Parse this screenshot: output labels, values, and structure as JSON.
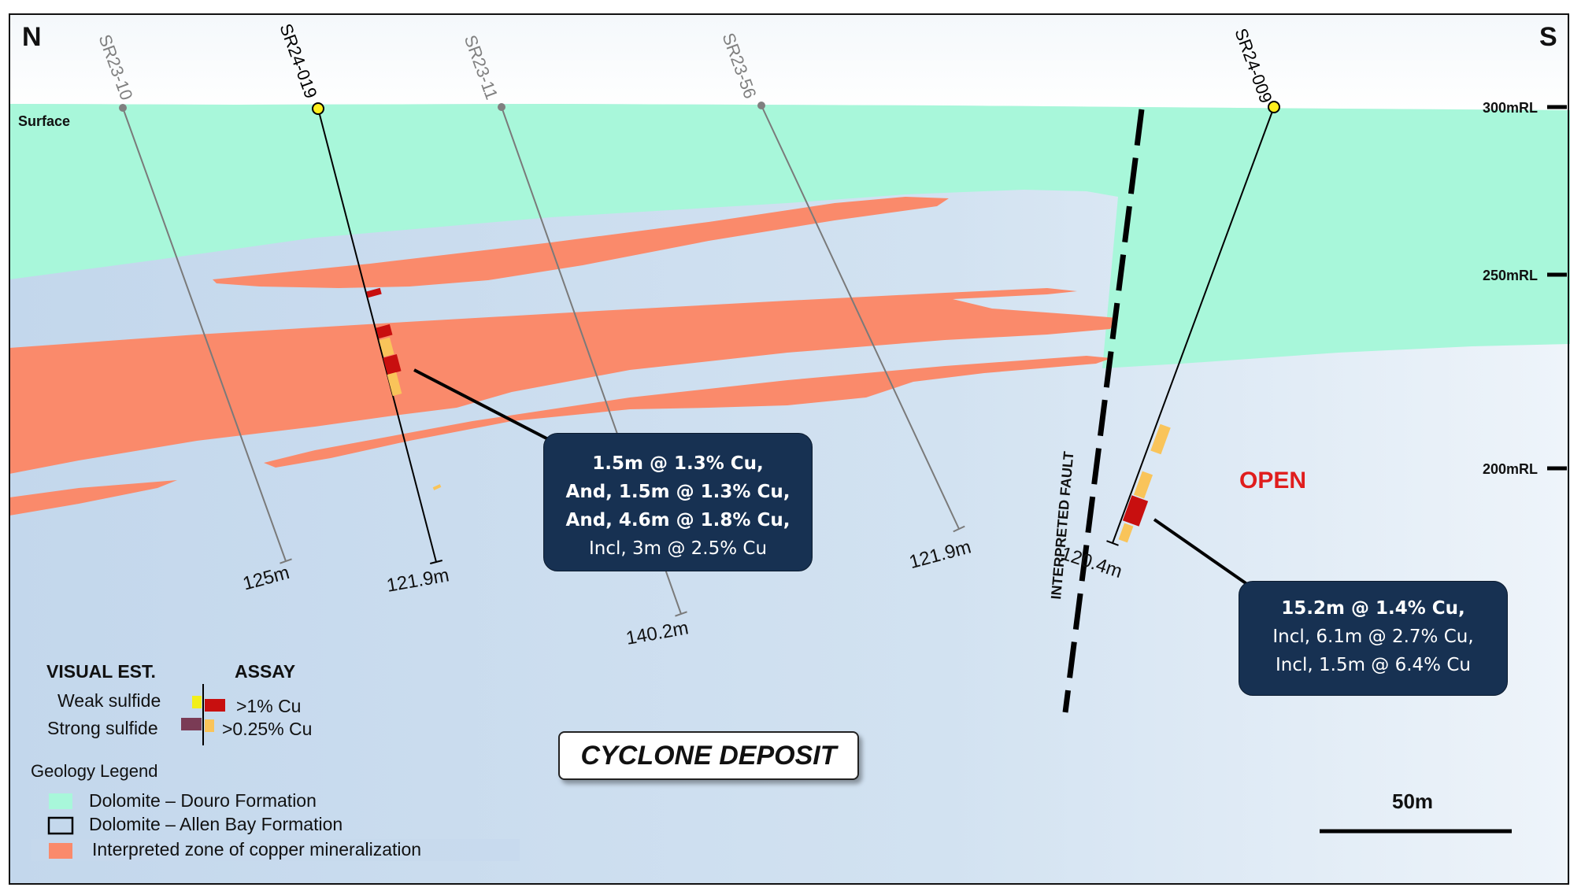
{
  "directions": {
    "north": "N",
    "south": "S"
  },
  "surface_label": "Surface",
  "rl_ticks": [
    "300mRL",
    "250mRL",
    "200mRL"
  ],
  "drill_holes": [
    {
      "id": "SR23-10",
      "depth": "125m",
      "style": "gray"
    },
    {
      "id": "SR24-019",
      "depth": "121.9m",
      "style": "black"
    },
    {
      "id": "SR23-11",
      "depth": "140.2m",
      "style": "gray"
    },
    {
      "id": "SR23-56",
      "depth": "121.9m",
      "style": "gray"
    },
    {
      "id": "SR24-009",
      "depth": "120.4m",
      "style": "black"
    }
  ],
  "fault_label": "INTERPRETED FAULT",
  "open_label": "OPEN",
  "callouts": [
    {
      "bold_lines": [
        "1.5m @ 1.3% Cu,",
        "And, 1.5m @ 1.3% Cu,",
        "And, 4.6m @ 1.8% Cu,"
      ],
      "normal_lines": [
        "Incl, 3m @ 2.5% Cu"
      ]
    },
    {
      "bold_lines": [
        "15.2m @ 1.4% Cu,"
      ],
      "normal_lines": [
        "Incl, 6.1m @ 2.7% Cu,",
        "Incl, 1.5m @ 6.4% Cu"
      ]
    }
  ],
  "title": "CYCLONE DEPOSIT",
  "scale_bar_label": "50m",
  "legend": {
    "visual_header": "VISUAL EST.",
    "assay_header": "ASSAY",
    "weak_sulfide": "Weak sulfide",
    "strong_sulfide": "Strong sulfide",
    "assay_high": ">1% Cu",
    "assay_low": ">0.25% Cu",
    "geology_header": "Geology Legend",
    "geology_items": [
      "Dolomite – Douro Formation",
      "Dolomite – Allen Bay Formation",
      "Interpreted zone of copper mineralization"
    ]
  },
  "colors": {
    "douro_formation": "#a8f7da",
    "allen_bay_formation": "#cfe0f0",
    "mineralization": "#fa8a6b",
    "assay_high": "#c80f0f",
    "assay_low": "#f9c45a",
    "weak_sulfide": "#f2ef1a",
    "strong_sulfide": "#7a3b55",
    "callout_bg": "#173152",
    "open_text": "#e01d1d"
  }
}
